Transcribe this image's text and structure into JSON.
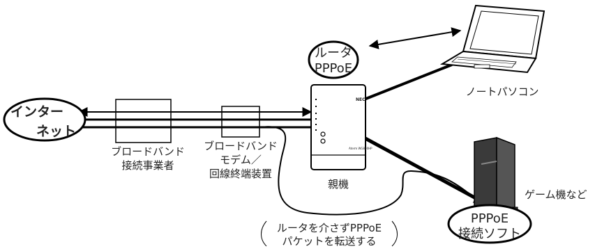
{
  "nodes": {
    "internet": {
      "line1": "インター",
      "line2": "ネット"
    },
    "provider": {
      "line1": "ブロードバンド",
      "line2": "接続事業者"
    },
    "modem": {
      "line1": "ブロードバンド",
      "line2": "モデム／",
      "line3": "回線終端装置"
    },
    "router_bubble": {
      "line1": "ルータ",
      "line2": "PPPoE"
    },
    "main_unit": {
      "label": "親機",
      "brand": "NEC",
      "model": "Aterm WG800HP"
    },
    "laptop": {
      "label": "ノートパソコン"
    },
    "game_console": {
      "label": "ゲーム機など"
    },
    "pppoe_bubble": {
      "line1": "PPPoE",
      "line2": "接続ソフト"
    }
  },
  "note": {
    "line1": "ルータを介さずPPPoE",
    "line2": "パケットを転送する"
  },
  "icons": [
    "arrow-left-icon",
    "arrow-right-icon",
    "laptop-icon",
    "game-console-icon",
    "router-device-icon"
  ],
  "colors": {
    "line": "#000000",
    "bubble_stroke": "#000000",
    "device_fill": "#ffffff",
    "console_fill": "#3a3a3a"
  }
}
